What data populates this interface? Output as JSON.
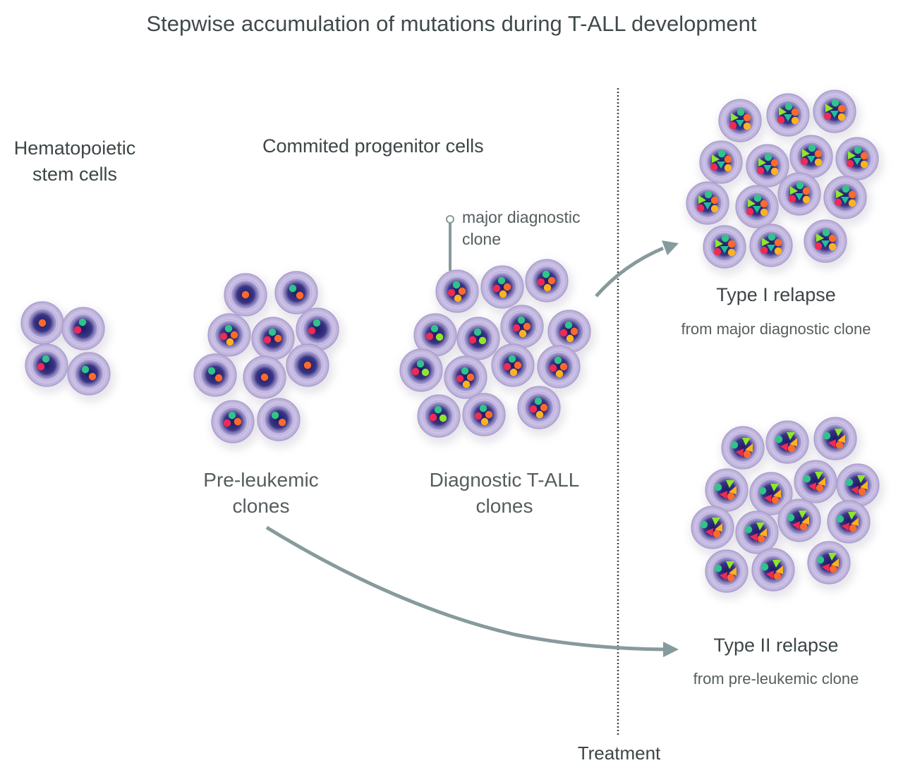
{
  "title": "Stepwise accumulation of mutations during T-ALL development",
  "labels": {
    "hsc_line1": "Hematopoietic",
    "hsc_line2": "stem cells",
    "committed": "Commited progenitor cells",
    "pre_line1": "Pre-leukemic",
    "pre_line2": "clones",
    "diag_line1": "Diagnostic T-ALL",
    "diag_line2": "clones",
    "major_line1": "major diagnostic",
    "major_line2": "clone",
    "type1": "Type I relapse",
    "type1_sub": "from major diagnostic clone",
    "type2": "Type II relapse",
    "type2_sub": "from pre-leukemic clone",
    "treatment": "Treatment"
  },
  "colors": {
    "text": "#3d4647",
    "arrow": "#879a9c",
    "cytoplasm": "#c9bfe0",
    "nucleus": "#2a2470",
    "mut_green": "#2fc48a",
    "mut_orange": "#ff6a2a",
    "mut_red": "#ee2a55",
    "mut_yellow": "#ffb21f",
    "mut_lime": "#8fe62a",
    "mut_teal": "#1fbf9a"
  },
  "groups": {
    "hsc": {
      "name": "hematopoietic-stem-cells",
      "cells": [
        [
          "o"
        ],
        [],
        [],
        [
          "g",
          "o"
        ]
      ]
    },
    "pre": {
      "name": "pre-leukemic-clones",
      "cells": [
        [
          "o"
        ],
        [
          "g",
          "o"
        ],
        [
          "g",
          "r",
          "o",
          "y"
        ],
        [
          "g",
          "r",
          "o"
        ],
        [],
        [
          "g",
          "o"
        ],
        [
          "o"
        ],
        [
          "o"
        ],
        [
          "g",
          "r",
          "o"
        ],
        [
          "g",
          "o"
        ]
      ]
    },
    "diag": {
      "name": "diagnostic-clones",
      "cells": [
        [
          "g",
          "r",
          "o",
          "y"
        ],
        [
          "g",
          "r",
          "o",
          "y"
        ],
        [
          "g",
          "r",
          "o",
          "y"
        ],
        [
          "g",
          "r",
          "l"
        ],
        [
          "g",
          "r",
          "l"
        ],
        [
          "g",
          "r",
          "o",
          "y"
        ],
        [
          "g",
          "r",
          "o",
          "y"
        ],
        [
          "g",
          "r",
          "l"
        ],
        [
          "g",
          "r",
          "o",
          "y"
        ],
        [
          "g",
          "r",
          "o",
          "y"
        ],
        [
          "g",
          "r",
          "o",
          "y"
        ],
        [
          "g",
          "r",
          "l"
        ],
        [
          "g",
          "r",
          "o",
          "y"
        ],
        [
          "g",
          "r",
          "o",
          "y"
        ]
      ]
    },
    "type1": {
      "name": "type-i-relapse-clones",
      "marker": "g,o,r,y,tl,tt",
      "count": 14
    },
    "type2": {
      "name": "type-ii-relapse-clones",
      "marker": "g,tl,ty,tr,o",
      "count": 14
    }
  }
}
